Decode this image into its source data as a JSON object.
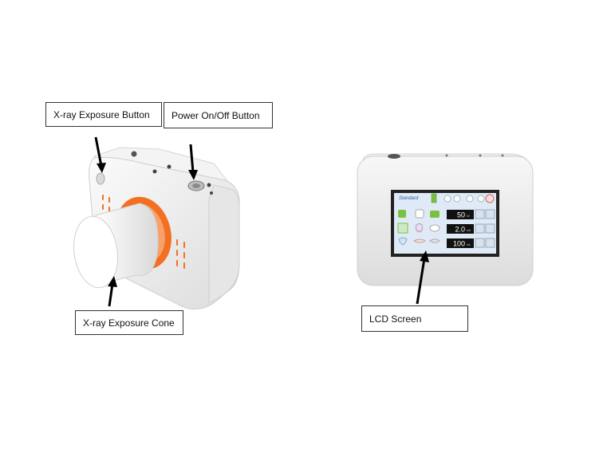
{
  "labels": {
    "xray_exposure_button": "X-ray Exposure Button",
    "power_button": "Power On/Off Button",
    "xray_exposure_cone": "X-ray Exposure Cone",
    "lcd_screen": "LCD Screen"
  },
  "lcd": {
    "header_text": "Standard",
    "values": [
      {
        "value": "50",
        "unit": "kV"
      },
      {
        "value": "2.0",
        "unit": "mA"
      },
      {
        "value": "100",
        "unit": "ms"
      }
    ]
  },
  "colors": {
    "device_body": "#f2f2f2",
    "cone_ring": "#f36f21",
    "lcd_background": "#dfeaf6",
    "lcd_value_box": "#111111",
    "arrow": "#000000"
  }
}
